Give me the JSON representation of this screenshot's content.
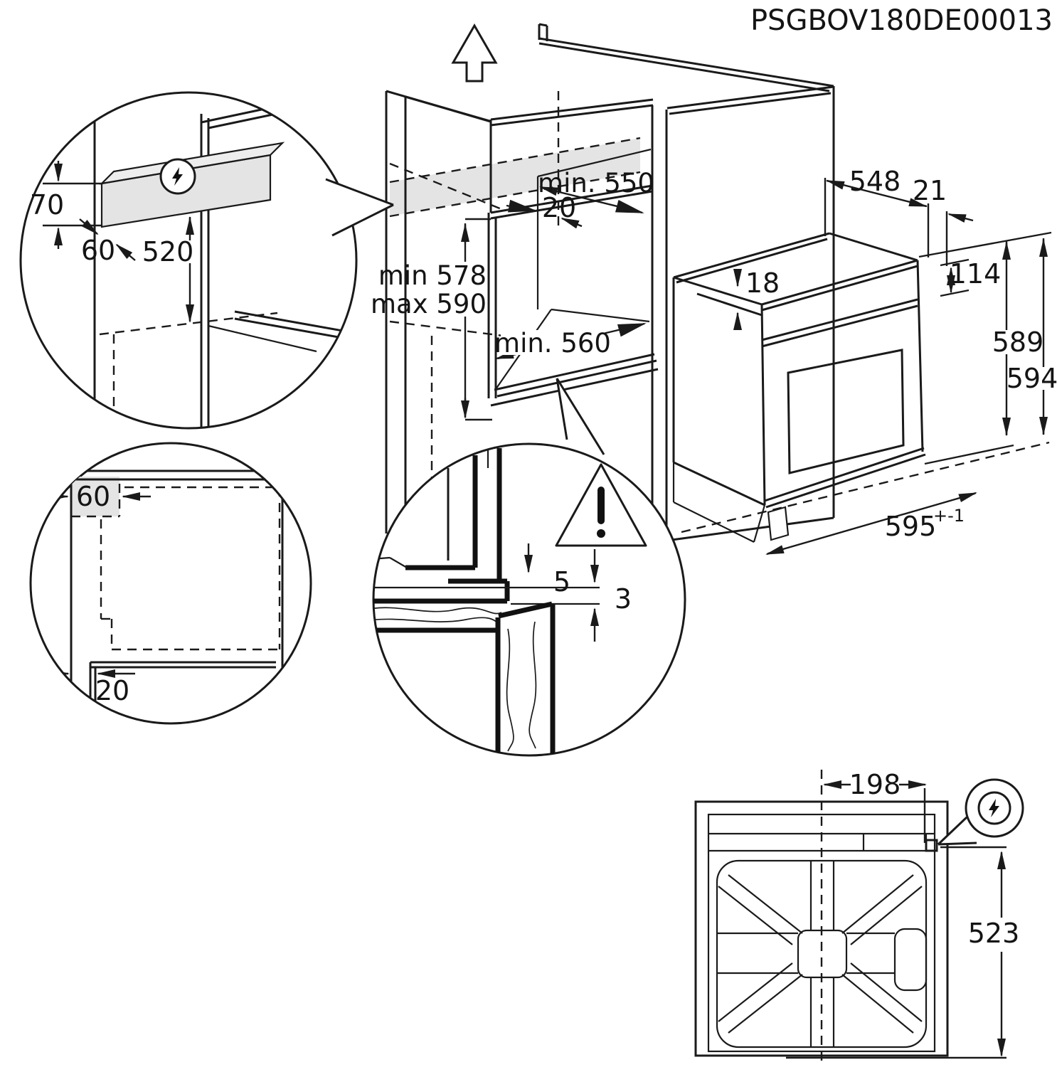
{
  "title": "PSGBOV180DE00013",
  "colors": {
    "line": "#1a1a1a",
    "shade": "#e4e4e4",
    "background": "#ffffff"
  },
  "detail_top_left": {
    "height_70": "70",
    "depth_60": "60",
    "height_520": "520"
  },
  "cabinet": {
    "depth_min": "min. 550",
    "gap_20": "20",
    "height_min": "min 578",
    "height_max": "max 590",
    "floor_depth_min": "min. 560"
  },
  "oven": {
    "depth_548": "548",
    "overhang_21": "21",
    "top_18": "18",
    "panel_114": "114",
    "height_589": "589",
    "height_594": "594",
    "width_595": "595",
    "width_tolerance": "+-1"
  },
  "detail_bottom_left": {
    "side_gap_60": "60",
    "front_gap_20": "20"
  },
  "detail_clearance": {
    "gap_5": "5",
    "gap_3": "3"
  },
  "back_view": {
    "offset_198": "198",
    "height_523": "523"
  },
  "icons": {
    "electrical_connection": "lightning-bolt-icon",
    "warning": "warning-triangle-icon",
    "removal_direction": "up-arrow-icon"
  }
}
